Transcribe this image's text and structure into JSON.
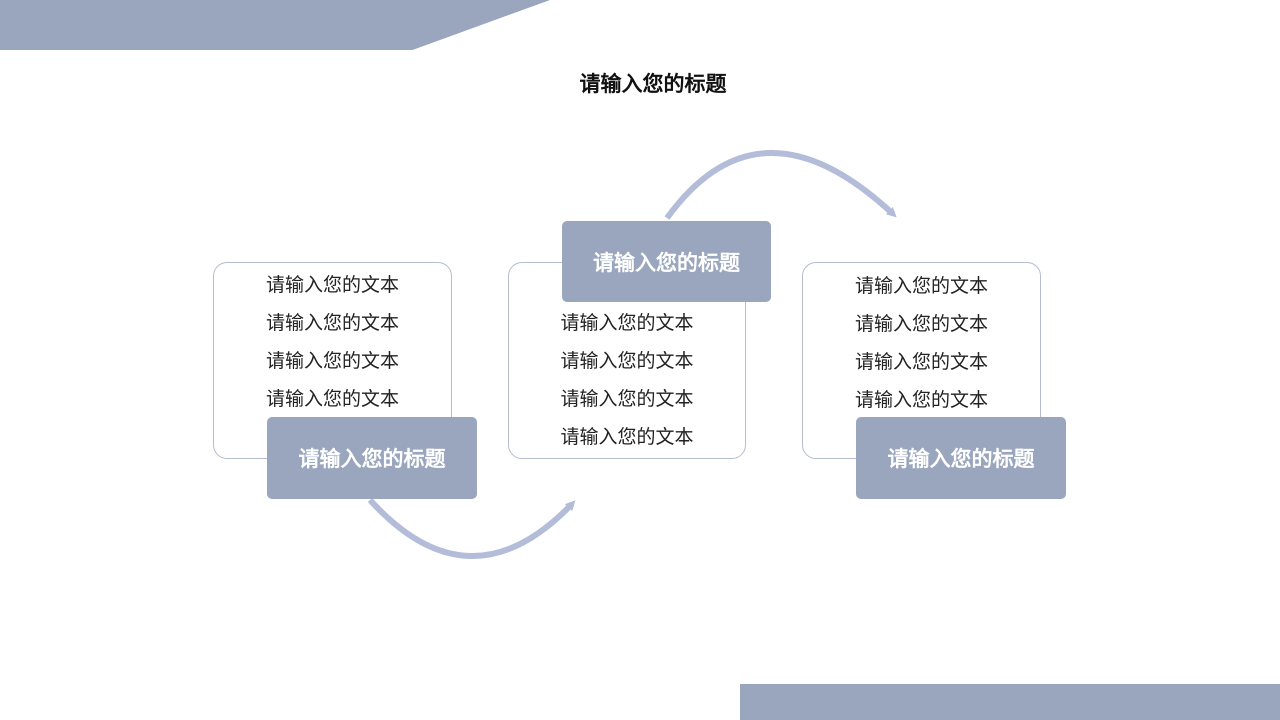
{
  "title": "请输入您的标题",
  "colors": {
    "accent": "#99a6be",
    "arrow": "#b3bcd8",
    "card_border": "#b4bccf"
  },
  "blocks": [
    {
      "label": "请输入您的标题",
      "lines": [
        "请输入您的文本",
        "请输入您的文本",
        "请输入您的文本",
        "请输入您的文本"
      ]
    },
    {
      "label": "请输入您的标题",
      "lines": [
        "请输入您的文本",
        "请输入您的文本",
        "请输入您的文本",
        "请输入您的文本"
      ]
    },
    {
      "label": "请输入您的标题",
      "lines": [
        "请输入您的文本",
        "请输入您的文本",
        "请输入您的文本",
        "请输入您的文本"
      ]
    }
  ]
}
